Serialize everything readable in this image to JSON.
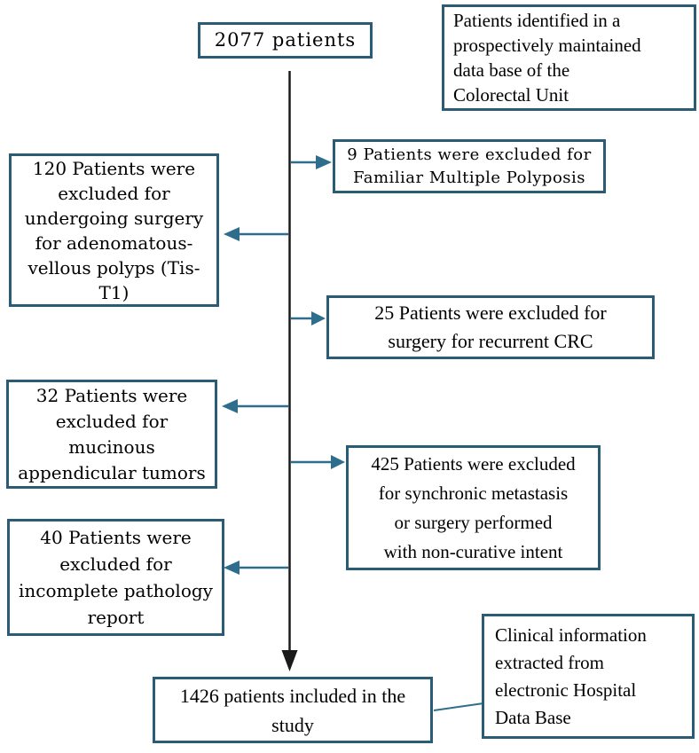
{
  "diagram": {
    "type": "patient-flow-diagram",
    "nodes": {
      "total": {
        "text": "2077 patients"
      },
      "source": {
        "text": "Patients identified in a\nprospectively maintained\ndata base of the\nColorectal Unit"
      },
      "fmp": {
        "text": "9 Patients were excluded for\nFamiliar Multiple Polyposis"
      },
      "polyps": {
        "text": "120 Patients were\nexcluded for\nundergoing surgery\nfor adenomatous-\nvellous polyps (Tis-\nT1)"
      },
      "crc": {
        "text": "25 Patients were excluded for\nsurgery for recurrent CRC"
      },
      "appendicular": {
        "text": "32 Patients were\nexcluded for\nmucinous\nappendicular tumors"
      },
      "metastasis": {
        "text": "425 Patients were excluded\nfor synchronic metastasis\nor surgery performed\nwith non-curative intent"
      },
      "pathology": {
        "text": "40 Patients were\nexcluded for\nincomplete pathology\nreport"
      },
      "included": {
        "text": "1426 patients included in the\nstudy"
      },
      "clinical": {
        "text": "Clinical information\nextracted from\nelectronic Hospital\nData Base"
      }
    },
    "counts": {
      "total": 2077,
      "excluded_familiar_multiple_polyposis": 9,
      "excluded_adenomatous_vellous_polyps": 120,
      "excluded_recurrent_crc": 25,
      "excluded_mucinous_appendicular_tumors": 32,
      "excluded_synchronic_metastasis_non_curative": 425,
      "excluded_incomplete_pathology": 40,
      "included_in_study": 1426
    },
    "colors": {
      "box_border": "#2a5d75",
      "arrow": "#2f6d8d",
      "line": "#1a1a1a",
      "background": "#ffffff",
      "text": "#000000"
    }
  }
}
